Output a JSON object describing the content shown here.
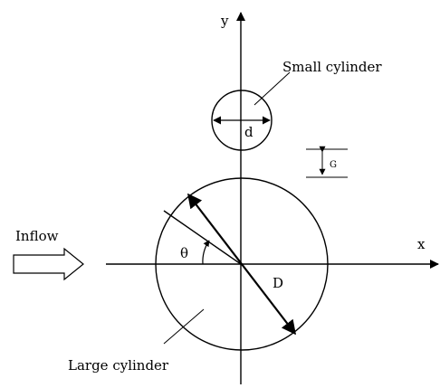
{
  "labels": {
    "axis_x": "x",
    "axis_y": "y",
    "small_cylinder": "Small cylinder",
    "large_cylinder": "Large cylinder",
    "inflow": "Inflow",
    "small_diameter": "d",
    "large_diameter": "D",
    "gap": "G",
    "angle": "θ"
  },
  "colors": {
    "stroke": "#000000",
    "background": "#ffffff"
  }
}
